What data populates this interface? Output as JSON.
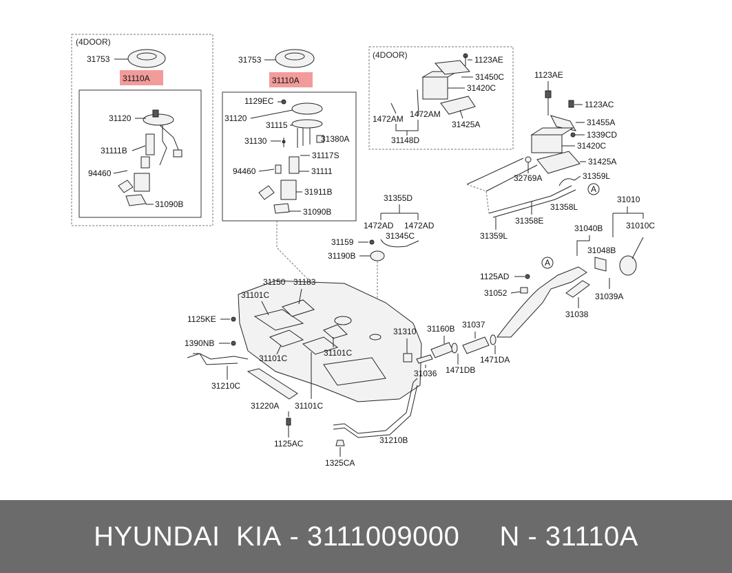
{
  "headers": {
    "left_box": "(4DOOR)",
    "canister_box": "(4DOOR)"
  },
  "labels": {
    "l_31753": "31753",
    "l_31110a": "31110A",
    "l_31120": "31120",
    "l_31111b": "31111B",
    "l_94460": "94460",
    "l_31090b": "31090B",
    "m_31753": "31753",
    "m_31110a": "31110A",
    "m_1129ec": "1129EC",
    "m_31120": "31120",
    "m_31115": "31115",
    "m_31130": "31130",
    "m_31380a": "31380A",
    "m_31117s": "31117S",
    "m_94460": "94460",
    "m_31111": "31111",
    "m_31911b": "31911B",
    "m_31090b": "31090B",
    "c_1123ae": "1123AE",
    "c_31450c": "31450C",
    "c_31420c": "31420C",
    "c_1472am_a": "1472AM",
    "c_1472am_b": "1472AM",
    "c_31425a": "31425A",
    "c_31148d": "31148D",
    "r_1123ae": "1123AE",
    "r_1123ac": "1123AC",
    "r_31455a": "31455A",
    "r_1339cd": "1339CD",
    "r_31420c": "31420C",
    "r_31425a": "31425A",
    "r_32769a": "32769A",
    "r_31359l_a": "31359L",
    "r_31358l": "31358L",
    "r_31358e": "31358E",
    "r_31359l_b": "31359L",
    "r_31010": "31010",
    "r_31010c": "31010C",
    "r_31040b": "31040B",
    "r_31048b": "31048B",
    "r_1125ad": "1125AD",
    "r_31052": "31052",
    "r_31039a": "31039A",
    "r_31038": "31038",
    "t_31355d": "31355D",
    "t_1472ad_a": "1472AD",
    "t_1472ad_b": "1472AD",
    "t_31159": "31159",
    "t_31345c": "31345C",
    "t_31190b": "31190B",
    "t_31150": "31150",
    "t_31183": "31183",
    "t_31101c_a": "31101C",
    "t_1125ke": "1125KE",
    "t_1390nb": "1390NB",
    "t_31101c_b": "31101C",
    "t_31101c_c": "31101C",
    "t_31101c_d": "31101C",
    "t_31210c": "31210C",
    "t_31220a": "31220A",
    "t_1125ac": "1125AC",
    "t_1325ca": "1325CA",
    "t_31210b": "31210B",
    "t_31310": "31310",
    "t_31160b": "31160B",
    "t_31037": "31037",
    "t_1471db": "1471DB",
    "t_1471da": "1471DA",
    "t_31036": "31036",
    "circle_a1": "A",
    "circle_a2": "A"
  },
  "footer": {
    "brand": "HYUNDAI  KIA",
    "part_number": "- 3111009000",
    "ref": "N - 31110A"
  },
  "colors": {
    "highlight": "#f08a8a",
    "footer_bg": "#6b6b6b",
    "footer_text": "#ffffff"
  }
}
